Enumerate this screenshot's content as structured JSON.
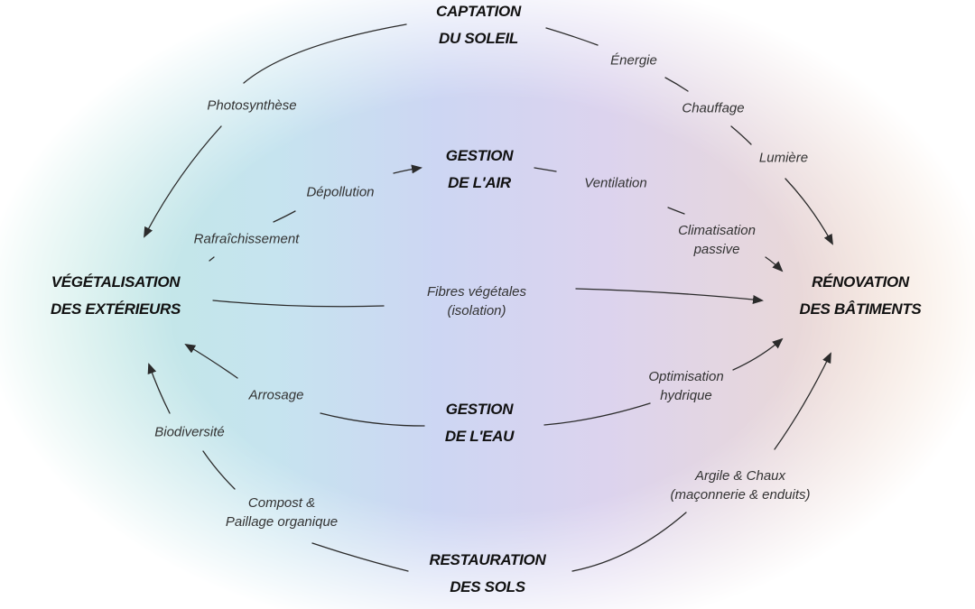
{
  "nodes": {
    "captation": {
      "line1": "CAPTATION",
      "line2": "DU SOLEIL"
    },
    "air": {
      "line1": "GESTION",
      "line2": "DE L'AIR"
    },
    "vegetalisation": {
      "line1": "VÉGÉTALISATION",
      "line2": "DES EXTÉRIEURS"
    },
    "renovation": {
      "line1": "RÉNOVATION",
      "line2": "DES BÂTIMENTS"
    },
    "eau": {
      "line1": "GESTION",
      "line2": "DE L'EAU"
    },
    "sols": {
      "line1": "RESTAURATION",
      "line2": "DES SOLS"
    }
  },
  "labels": {
    "photosynthese": "Photosynthèse",
    "energie": "Énergie",
    "chauffage": "Chauffage",
    "lumiere": "Lumière",
    "depollution": "Dépollution",
    "rafraichissement": "Rafraîchissement",
    "ventilation": "Ventilation",
    "climatisation": {
      "line1": "Climatisation",
      "line2": "passive"
    },
    "fibres": {
      "line1": "Fibres végétales",
      "line2": "(isolation)"
    },
    "arrosage": "Arrosage",
    "optimisation": {
      "line1": "Optimisation",
      "line2": "hydrique"
    },
    "biodiversite": "Biodiversité",
    "compost": {
      "line1": "Compost &",
      "line2": "Paillage organique"
    },
    "argile": {
      "line1": "Argile & Chaux",
      "line2": "(maçonnerie & enduits)"
    }
  },
  "colors": {
    "arrow": "#2b2b2b",
    "glow_left": "#bfe9e0",
    "glow_center": "#c9d3f2",
    "glow_right": "#f2dcc8"
  }
}
